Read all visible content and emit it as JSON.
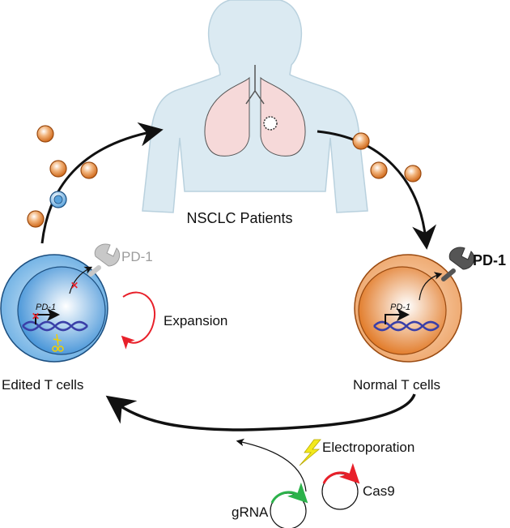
{
  "labels": {
    "patients": "NSCLC Patients",
    "edited_cells": "Edited T cells",
    "normal_cells": "Normal T cells",
    "expansion": "Expansion",
    "electroporation": "Electroporation",
    "grna": "gRNA",
    "cas9": "Cas9",
    "pd1_edited": "PD-1",
    "pd1_normal": "PD-1",
    "pd1_gene_edited": "PD-1",
    "pd1_gene_normal": "PD-1"
  },
  "colors": {
    "patient_body": "#dbeaf2",
    "patient_outline": "#b9d1de",
    "edited_cell": "#7fb8e6",
    "normal_cell": "#e28a3a",
    "cas9_arc": "#e8202a",
    "grna_arc": "#2bb24a",
    "expansion_arrow": "#e8202a",
    "dna": "#3a3fa8",
    "receptor_edited": "#c8c8c8",
    "receptor_normal": "#555555",
    "bolt": "#f3e91c"
  }
}
